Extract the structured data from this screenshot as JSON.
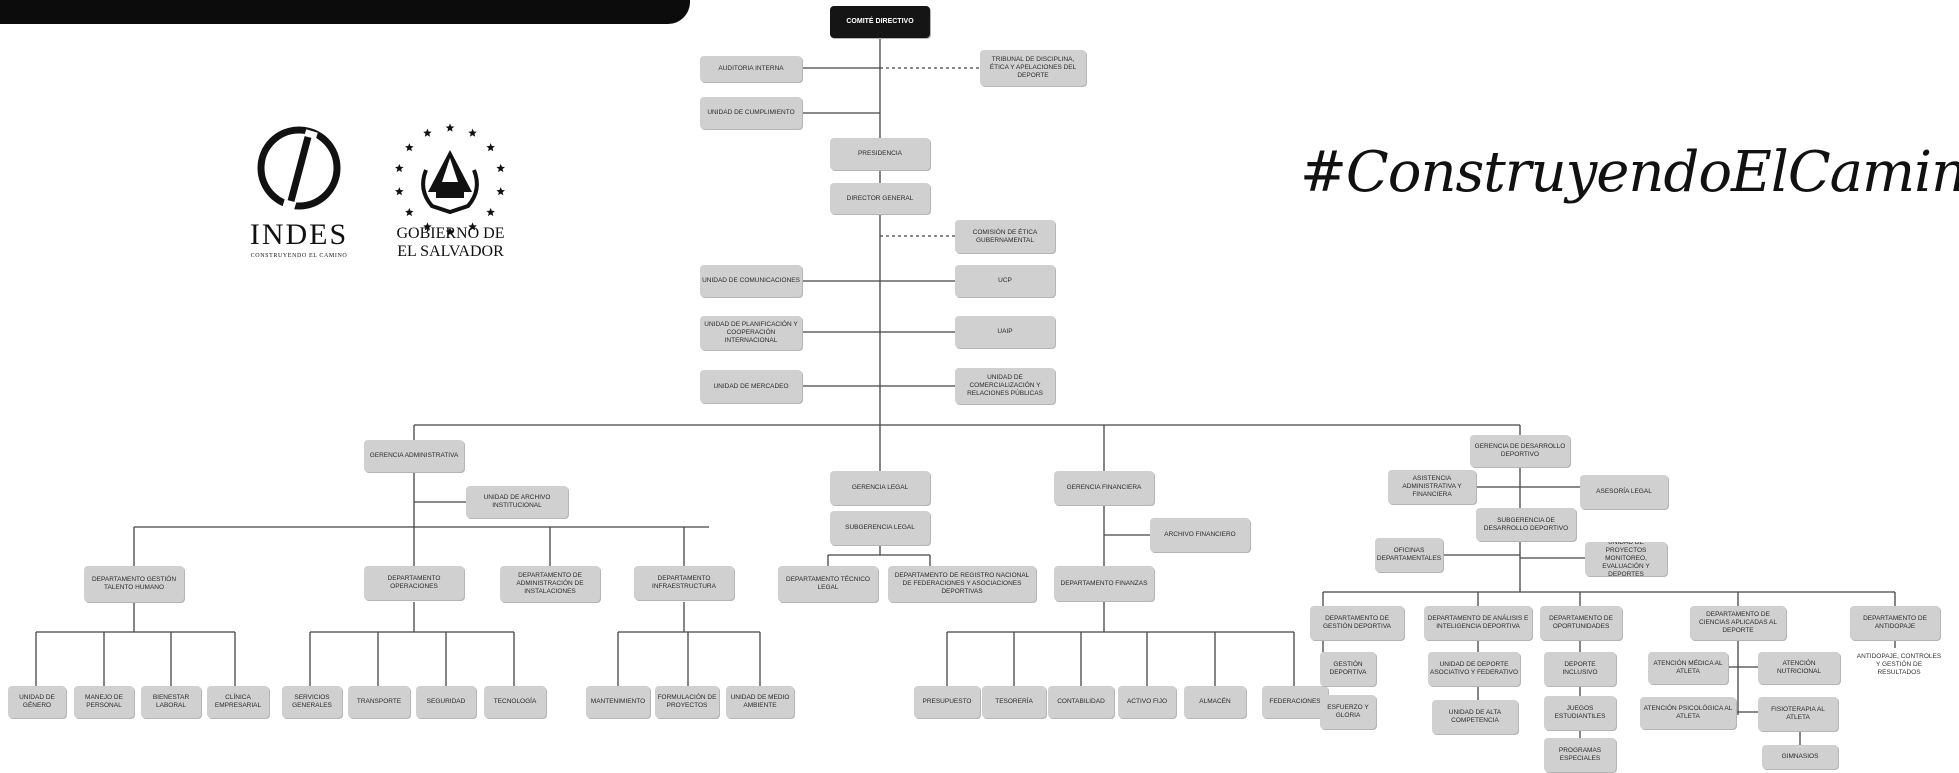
{
  "branding": {
    "indes_name": "INDES",
    "indes_tagline": "CONSTRUYENDO EL CAMINO",
    "government_name": "GOBIERNO DE EL SALVADOR",
    "hashtag": "#ConstruyendoElCamino"
  },
  "org": {
    "comite": "COMITÉ DIRECTIVO",
    "auditoria": "AUDITORIA INTERNA",
    "tribunal": "TRIBUNAL DE DISCIPLINA, ÉTICA Y APELACIONES DEL DEPORTE",
    "cumplimiento": "UNIDAD DE CUMPLIMIENTO",
    "presidencia": "PRESIDENCIA",
    "director": "DIRECTOR GENERAL",
    "etica": "COMISIÓN DE ÉTICA GUBERNAMENTAL",
    "comunicaciones": "UNIDAD DE COMUNICACIONES",
    "ucp": "UCP",
    "planificacion": "UNIDAD DE PLANIFICACIÓN Y COOPERACIÓN INTERNACIONAL",
    "uaip": "UAIP",
    "mercadeo": "UNIDAD DE MERCADEO",
    "comercializacion": "UNIDAD DE COMERCIALIZACIÓN Y RELACIONES PÚBLICAS",
    "ger_admin": "GERENCIA ADMINISTRATIVA",
    "archivo_inst": "UNIDAD DE ARCHIVO INSTITUCIONAL",
    "dep_talento": "DEPARTAMENTO GESTIÓN TALENTO HUMANO",
    "dep_operaciones": "DEPARTAMENTO OPERACIONES",
    "dep_instalaciones": "DEPARTAMENTO de ADMINISTRACIÓN DE INSTALACIONES",
    "dep_infra": "DEPARTAMENTO INFRAESTRUCTURA",
    "genero": "UNIDAD DE GÉNERO",
    "personal": "MANEJO DE PERSONAL",
    "bienestar": "BIENESTAR LABORAL",
    "clinica": "CLÍNICA EMPRESARIAL",
    "servicios": "SERVICIOS GENERALES",
    "transporte": "TRANSPORTE",
    "seguridad": "SEGURIDAD",
    "tecnologia": "TECNOLOGÍA",
    "mantenimiento": "MANTENIMIENTO",
    "formulacion": "FORMULACIÓN DE PROYECTOS",
    "medio_ambiente": "UNIDAD DE MEDIO AMBIENTE",
    "ger_legal": "GERENCIA LEGAL",
    "sub_legal": "SUBGERENCIA LEGAL",
    "dep_tecnico_legal": "DEPARTAMENTO TÉCNICO LEGAL",
    "dep_registro": "DEPARTAMENTO DE REGISTRO NACIONAL DE FEDERACIONES Y ASOCIACIONES DEPORTIVAS",
    "ger_fin": "GERENCIA FINANCIERA",
    "archivo_fin": "ARCHIVO FINANCIERO",
    "dep_finanzas": "DEPARTAMENTO FINANZAS",
    "presupuesto": "PRESUPUESTO",
    "tesoreria": "TESORERÍA",
    "contabilidad": "CONTABILIDAD",
    "activo_fijo": "ACTIVO FIJO",
    "almacen": "ALMACÉN",
    "federaciones": "FEDERACIONES",
    "ger_desarrollo": "GERENCIA DE DESARROLLO DEPORTIVO",
    "asistencia": "ASISTENCIA ADMINISTRATIVA Y FINANCIERA",
    "asesoria": "ASESORÍA LEGAL",
    "sub_desarrollo": "SUBGERENCIA DE DESARROLLO DEPORTIVO",
    "oficinas": "OFICINAS DEPARTAMENTALES",
    "unidad_proyectos": "UNIDAD DE PROYECTOS MONITOREO, EVALUACIÓN Y DEPORTES",
    "dep_gestion_dep": "DEPARTAMENTO DE GESTIÓN DEPORTIVA",
    "dep_analisis": "DEPARTAMENTO DE ANÁLISIS E INTELIGENCIA DEPORTIVA",
    "dep_oportunidades": "DEPARTAMENTO DE OPORTUNIDADES",
    "dep_ciencias": "DEPARTAMENTO DE CIENCIAS APLICADAS AL DEPORTE",
    "dep_antidopaje": "DEPARTAMENTO DE ANTIDOPAJE",
    "gestion_deportiva": "GESTIÓN DEPORTIVA",
    "esfuerzo": "ESFUERZO Y GLORIA",
    "unidad_deporte_asoc": "UNIDAD DE DEPORTE ASOCIATIVO Y FEDERATIVO",
    "alta_competencia": "UNIDAD DE ALTA COMPETENCIA",
    "deporte_inclusivo": "DEPORTE INCLUSIVO",
    "juegos": "JUEGOS ESTUDIANTILES",
    "programas": "PROGRAMAS ESPECIALES",
    "atencion_medica": "ATENCIÓN MÉDICA AL ATLETA",
    "atencion_nutricional": "ATENCIÓN NUTRICIONAL",
    "atencion_psico": "ATENCIÓN PSICOLÓGICA AL ATLETA",
    "fisioterapia": "FISIOTERAPIA AL ATLETA",
    "gimnasios": "GIMNASIOS",
    "antidopaje": "ANTIDOPAJE, CONTROLES Y GESTIÓN DE RESULTADOS"
  }
}
